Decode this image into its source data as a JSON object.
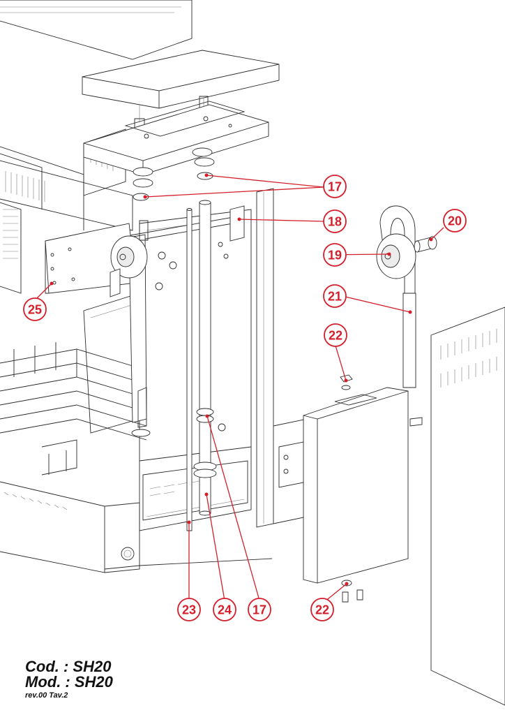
{
  "callouts": [
    {
      "id": "callout-17a",
      "label": "17"
    },
    {
      "id": "callout-18",
      "label": "18"
    },
    {
      "id": "callout-19",
      "label": "19"
    },
    {
      "id": "callout-20",
      "label": "20"
    },
    {
      "id": "callout-21",
      "label": "21"
    },
    {
      "id": "callout-22a",
      "label": "22"
    },
    {
      "id": "callout-25",
      "label": "25"
    },
    {
      "id": "callout-23",
      "label": "23"
    },
    {
      "id": "callout-24",
      "label": "24"
    },
    {
      "id": "callout-17b",
      "label": "17"
    },
    {
      "id": "callout-22b",
      "label": "22"
    }
  ],
  "title_block": {
    "code": "Cod. : SH20",
    "model": "Mod. : SH20",
    "revision": "rev.00 Tav.2"
  },
  "colors": {
    "accent": "#d41f2a",
    "line": "#2b2b2b"
  }
}
